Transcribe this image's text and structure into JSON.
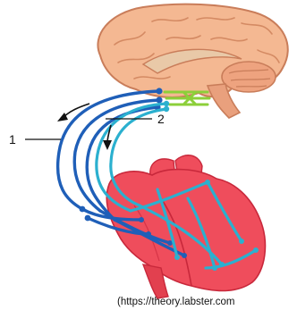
{
  "labels": {
    "one": "1",
    "two": "2"
  },
  "source": "(https://theory.labster.com",
  "colors": {
    "brain": "#f2b38f",
    "brain_outline": "#c97d5a",
    "heart": "#ef4d5c",
    "heart_dark": "#c8283b",
    "nerve_dark_blue": "#1f5fb8",
    "nerve_light_blue": "#2bb0cf",
    "synapse_green": "#8ccf3a"
  }
}
